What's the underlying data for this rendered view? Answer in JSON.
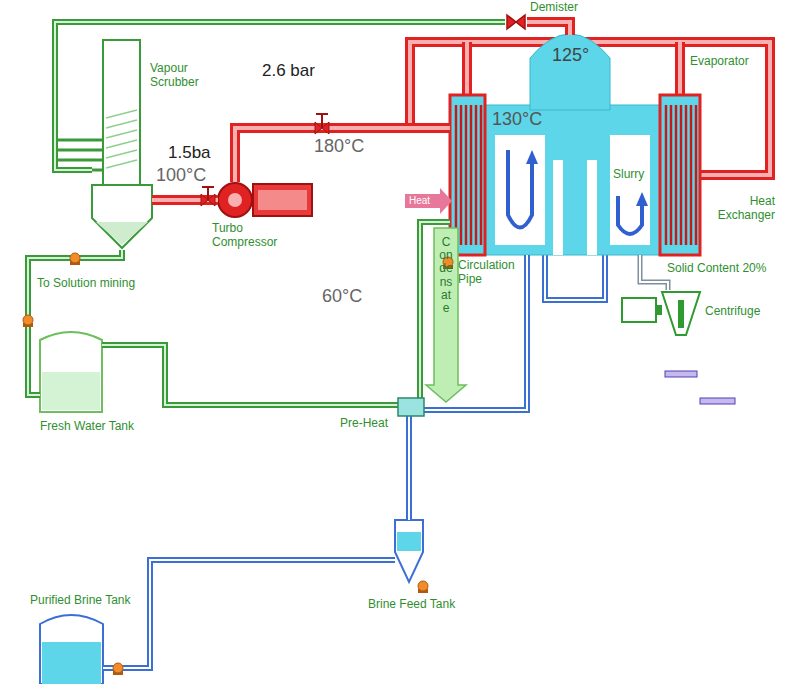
{
  "diagram": {
    "nodes": [
      {
        "text": [
          "Vapour Scrubber"
        ]
      },
      {
        "text": [
          "Turbo Compressor"
        ]
      },
      {
        "text": [
          "Demister"
        ]
      },
      {
        "text": [
          "Evaporator"
        ]
      },
      {
        "text": [
          "Heat Exchanger"
        ]
      },
      {
        "text": [
          "Centrifuge"
        ]
      },
      {
        "text": [
          "Fresh Water Tank"
        ]
      },
      {
        "text": [
          "Brine Feed Tank"
        ]
      },
      {
        "text": [
          "Purified Brine Tank"
        ]
      }
    ],
    "edges": [
      {
        "from": 0,
        "to": 1,
        "arrow": "none"
      },
      {
        "from": 1,
        "to": 3,
        "arrow": "none"
      },
      {
        "from": 3,
        "to": 2,
        "arrow": "none"
      },
      {
        "from": 2,
        "to": 0,
        "arrow": "none"
      },
      {
        "from": 0,
        "to": 6,
        "arrow": "none"
      },
      {
        "from": 3,
        "to": 6,
        "arrow": "none"
      },
      {
        "from": 7,
        "to": 3,
        "arrow": "none"
      },
      {
        "from": 8,
        "to": 7,
        "arrow": "none"
      },
      {
        "from": 3,
        "to": 5,
        "arrow": "none"
      }
    ],
    "labels": [
      "2.6 bar",
      "1.5ba",
      "100°C",
      "180°C",
      "125°",
      "130°C",
      "Heat",
      "Slurry",
      "Condensate",
      "Circulation Pipe",
      "Solid Content 20%",
      "To Solution mining",
      "60°C",
      "Pre-Heat"
    ]
  }
}
